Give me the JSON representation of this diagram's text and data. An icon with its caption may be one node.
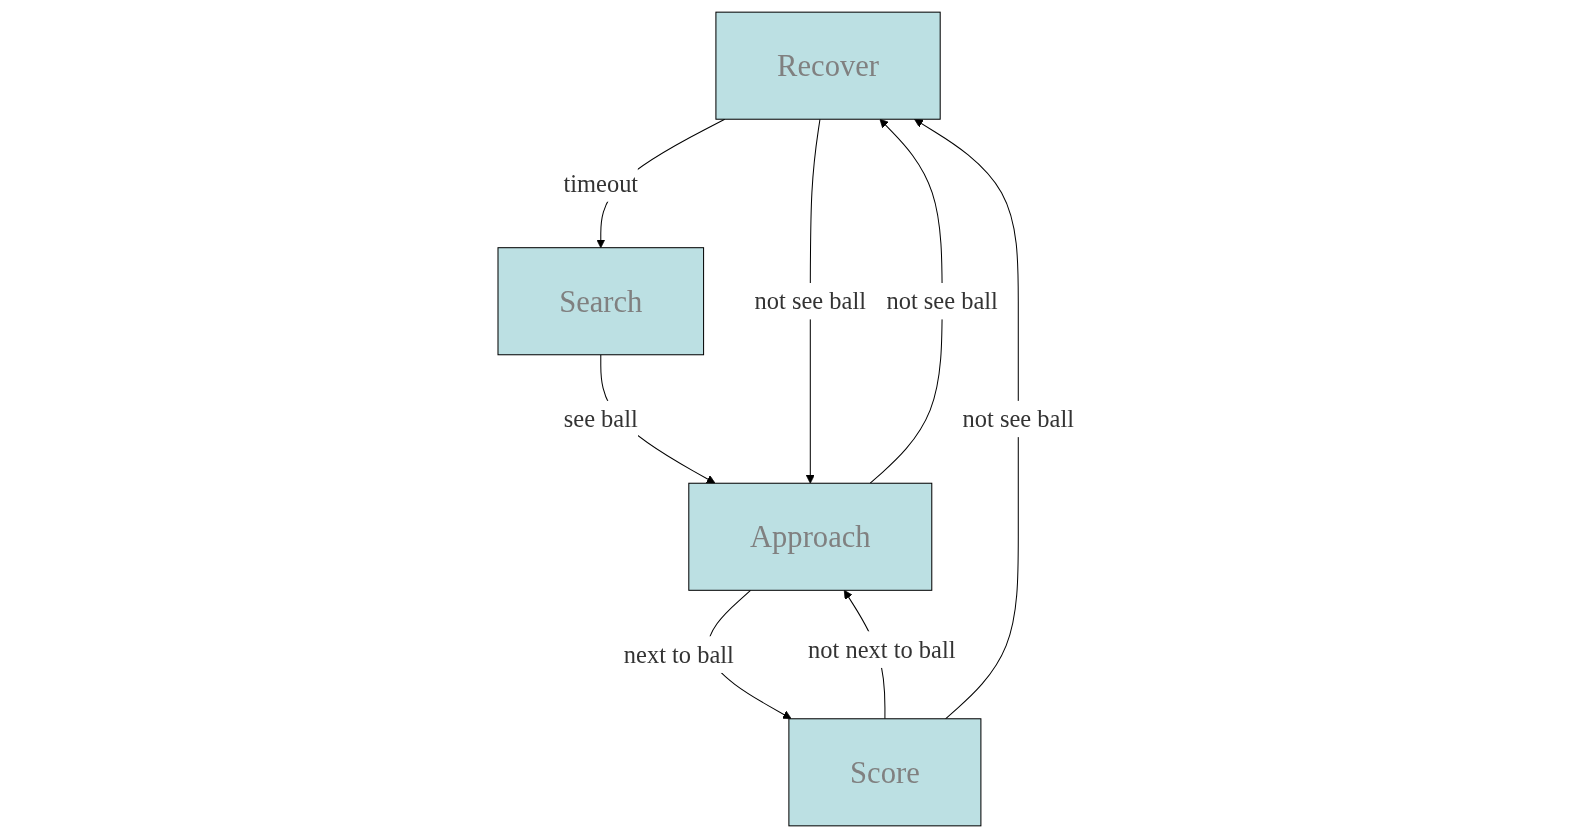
{
  "diagram": {
    "nodes": [
      {
        "text": [
          "Recover"
        ]
      },
      {
        "text": [
          "Score"
        ]
      },
      {
        "text": [
          "Search"
        ]
      },
      {
        "text": [
          "Approach"
        ]
      }
    ],
    "edges": [
      {
        "from": 1,
        "to": 0,
        "arrow": "to",
        "label": "not see ball"
      },
      {
        "from": 0,
        "to": 2,
        "arrow": "to",
        "label": "timeout"
      },
      {
        "from": 0,
        "to": 3,
        "arrow": "to",
        "label": "not see ball"
      },
      {
        "from": 3,
        "to": 0,
        "arrow": "to",
        "label": "not see ball"
      },
      {
        "from": 2,
        "to": 3,
        "arrow": "to",
        "label": "see ball"
      },
      {
        "from": 3,
        "to": 1,
        "arrow": "to",
        "label": "next to ball"
      },
      {
        "from": 1,
        "to": 3,
        "arrow": "to",
        "label": "not next to ball"
      }
    ]
  }
}
